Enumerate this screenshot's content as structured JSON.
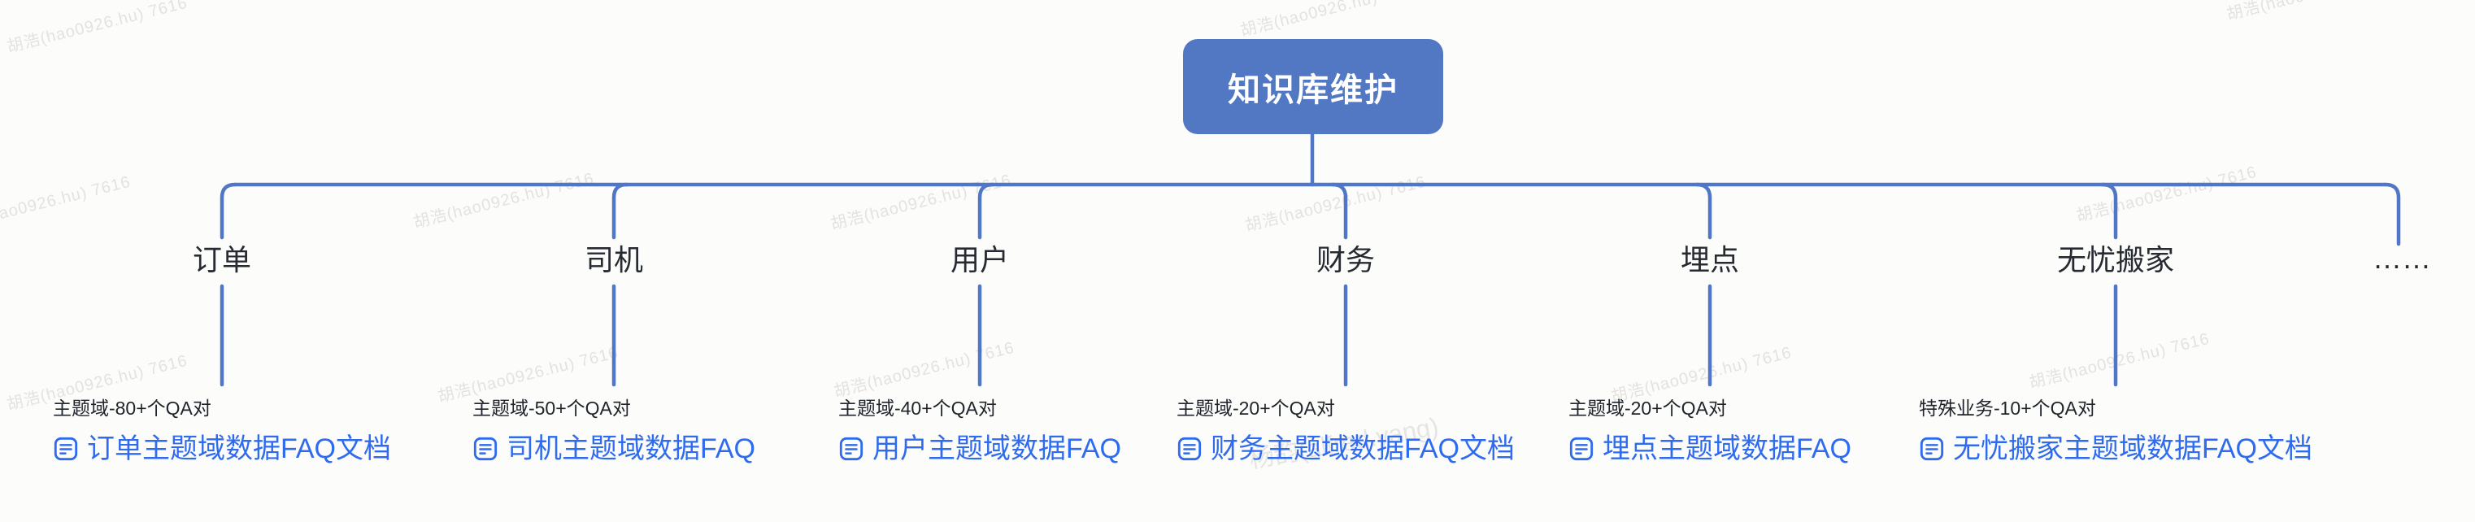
{
  "root": {
    "label": "知识库维护"
  },
  "branches": [
    {
      "label": "订单",
      "note": "主题域-80+个QA对",
      "doc": "订单主题域数据FAQ文档"
    },
    {
      "label": "司机",
      "note": "主题域-50+个QA对",
      "doc": "司机主题域数据FAQ"
    },
    {
      "label": "用户",
      "note": "主题域-40+个QA对",
      "doc": "用户主题域数据FAQ"
    },
    {
      "label": "财务",
      "note": "主题域-20+个QA对",
      "doc": "财务主题域数据FAQ文档"
    },
    {
      "label": "埋点",
      "note": "主题域-20+个QA对",
      "doc": "埋点主题域数据FAQ"
    },
    {
      "label": "无忧搬家",
      "note": "特殊业务-10+个QA对",
      "doc": "无忧搬家主题域数据FAQ文档"
    }
  ],
  "more_label": "……",
  "icons": {
    "doc_link_icon": "document-icon"
  },
  "watermark": {
    "primary": "胡浩(hao0926.hu) 7616",
    "secondary": "杨韵(alfred.yang)"
  },
  "colors": {
    "root_fill": "#5278c4",
    "connector": "#5076c8",
    "link_blue": "#2e6bee",
    "text_dark": "#20242b",
    "background": "#fcfcfb"
  }
}
